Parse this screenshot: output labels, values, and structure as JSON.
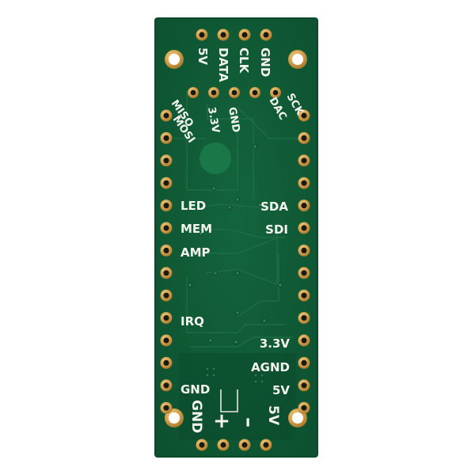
{
  "colors": {
    "background": "#ffffff",
    "board": "#0f5a36",
    "board_edge": "#0a4a2b",
    "pad_gold": "#d2a04c",
    "pad_hole": "#1a1a12",
    "silkscreen": "#f4f4ee",
    "trace": "#1d6e45"
  },
  "labels": {
    "top_header": [
      "5V",
      "DATA",
      "CLK",
      "GND"
    ],
    "angled": [
      "MISO",
      "MOSI",
      "3.3V",
      "GND",
      "DAC",
      "SCK"
    ],
    "left": [
      "LED",
      "MEM",
      "AMP",
      "IRQ",
      "GND"
    ],
    "right": [
      "SDA",
      "SDI",
      "3.3V",
      "AGND",
      "5V"
    ],
    "bottom": [
      "GND",
      "+",
      "–",
      "5V"
    ]
  }
}
